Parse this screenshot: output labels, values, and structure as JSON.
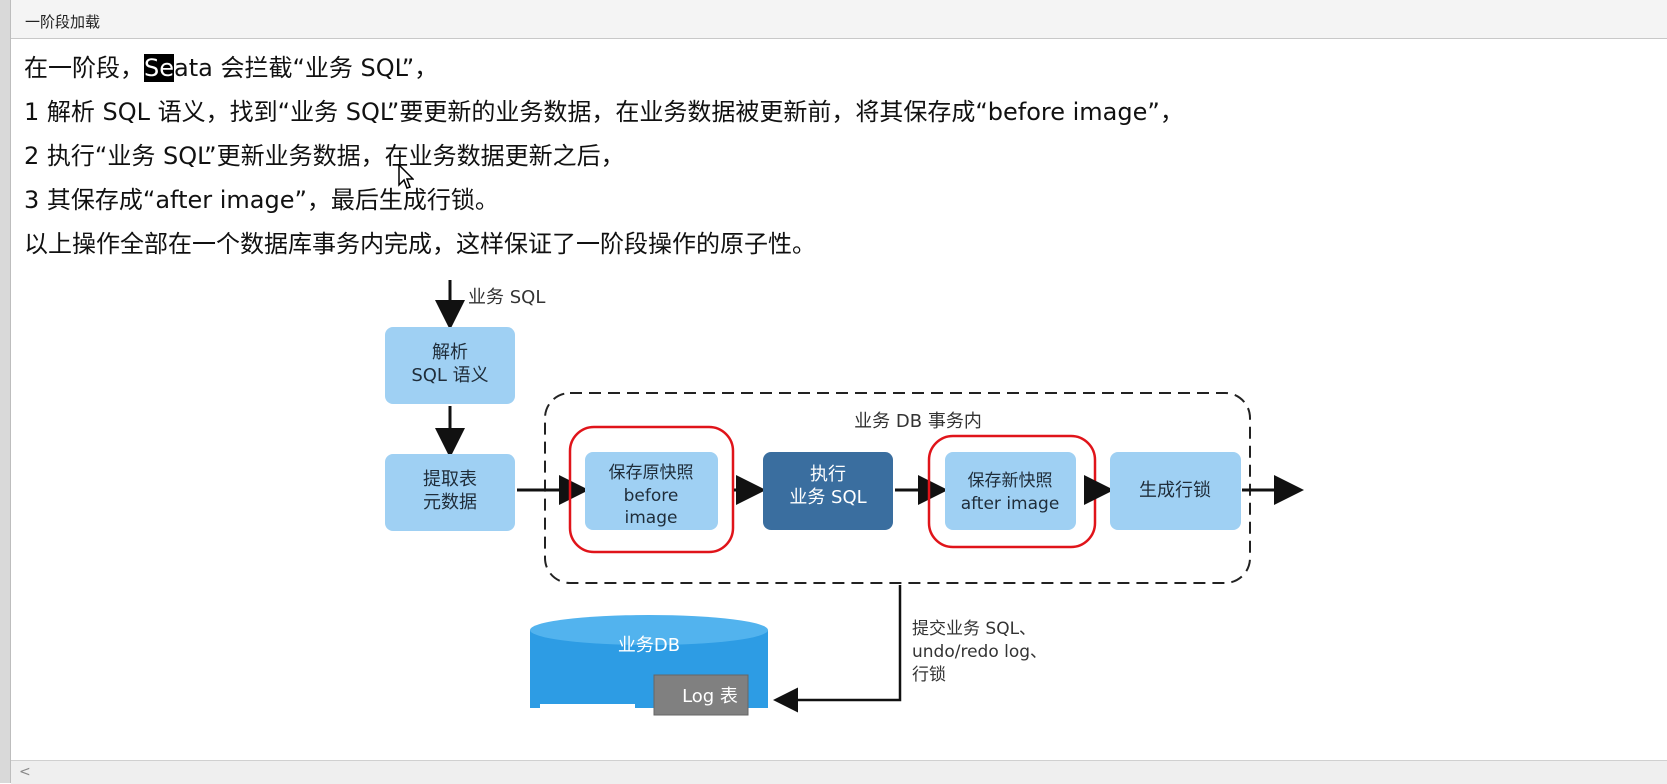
{
  "window": {
    "title": "一阶段加载"
  },
  "text": {
    "line1_prefix": "在一阶段，",
    "line1_sel": "Se",
    "line1_suffix": "ata 会拦截“业务 SQL”，",
    "line2": "1  解析 SQL 语义，找到“业务 SQL”要更新的业务数据，在业务数据被更新前，将其保存成“before image”，",
    "line3": "2  执行“业务 SQL”更新业务数据，在业务数据更新之后，",
    "line4": "3  其保存成“after image”，最后生成行锁。",
    "line5": "以上操作全部在一个数据库事务内完成，这样保证了一阶段操作的原子性。"
  },
  "diagram": {
    "input_label": "业务 SQL",
    "parse_box": {
      "line1": "解析",
      "line2": "SQL 语义"
    },
    "extract_box": {
      "line1": "提取表",
      "line2": "元数据"
    },
    "tx_label": "业务 DB 事务内",
    "before_box": {
      "line1": "保存原快照",
      "line2": "before",
      "line3": "image"
    },
    "exec_box": {
      "line1": "执行",
      "line2": "业务 SQL"
    },
    "after_box": {
      "line1": "保存新快照",
      "line2": "after image"
    },
    "lock_box": "生成行锁",
    "commit_note": {
      "line1": "提交业务 SQL、",
      "line2": "undo/redo log、",
      "line3": "行锁"
    },
    "db_label": "业务DB",
    "log_table": "Log 表"
  },
  "colors": {
    "box_light": "#9fd0f3",
    "box_dark": "#3a6e9f",
    "highlight_red": "#e0141a",
    "db_blue": "#2d9ce4"
  }
}
